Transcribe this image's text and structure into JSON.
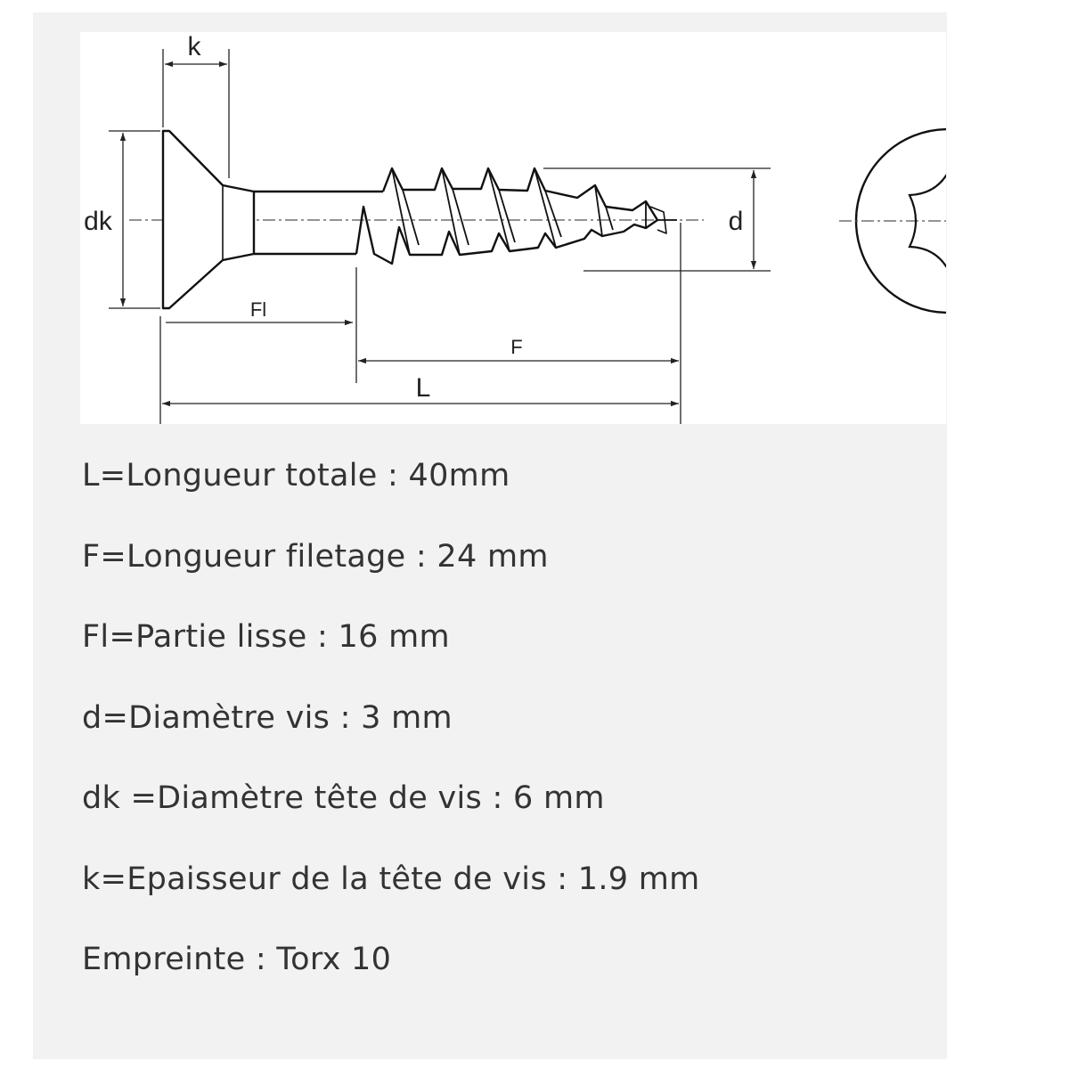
{
  "colors": {
    "card_background": "#f2f2f2",
    "drawing_background": "#ffffff",
    "text": "#333333",
    "line": "#111111"
  },
  "diagram": {
    "labels": {
      "k": "k",
      "dk": "dk",
      "fl": "Fl",
      "f": "F",
      "l": "L",
      "d": "d"
    },
    "head_view": {
      "drive_icon": "torx-star-icon"
    }
  },
  "specs": [
    {
      "text": "L=Longueur totale : 40mm"
    },
    {
      "text": "F=Longueur filetage : 24 mm"
    },
    {
      "text": "Fl=Partie lisse : 16 mm"
    },
    {
      "text": "d=Diamètre vis : 3 mm"
    },
    {
      "text": "dk =Diamètre tête de vis : 6 mm"
    },
    {
      "text": "k=Epaisseur de la tête de vis : 1.9 mm"
    },
    {
      "text": "Empreinte : Torx 10"
    }
  ]
}
